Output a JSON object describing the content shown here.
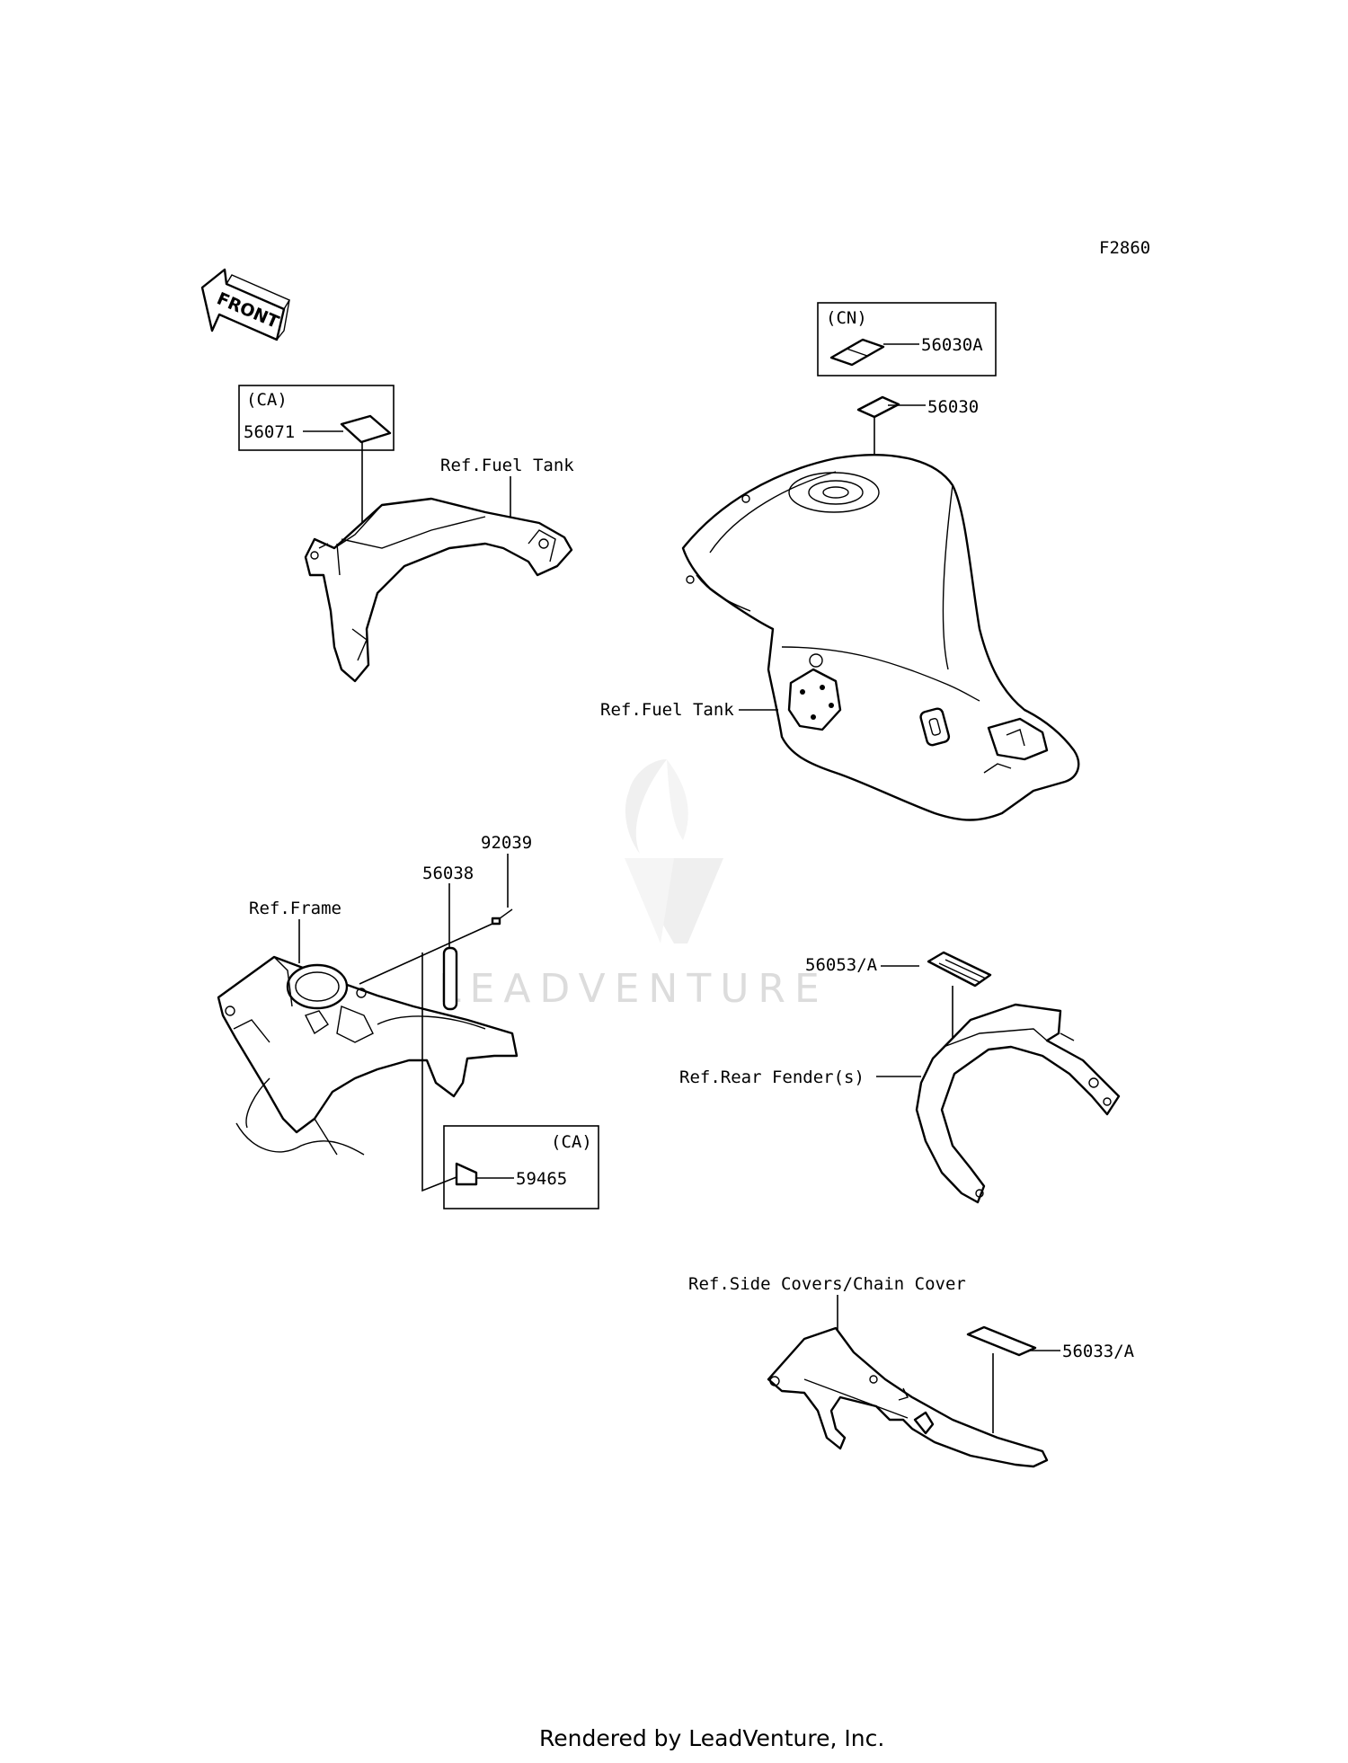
{
  "figure_code": "F2860",
  "front_arrow_label": "FRONT",
  "callouts": {
    "cn_box_tag": "(CN)",
    "p_56030A": "56030A",
    "p_56030": "56030",
    "ca_box1_tag": "(CA)",
    "p_56071": "56071",
    "ref_fuel_tank_top": "Ref.Fuel Tank",
    "ref_fuel_tank_side": "Ref.Fuel Tank",
    "p_92039": "92039",
    "p_56038": "56038",
    "ref_frame": "Ref.Frame",
    "p_56053A": "56053/A",
    "ref_rear_fender": "Ref.Rear Fender(s)",
    "ca_box2_tag": "(CA)",
    "p_59465": "59465",
    "ref_side_covers": "Ref.Side Covers/Chain Cover",
    "p_56033A": "56033/A"
  },
  "watermark": "LEADVENTURE",
  "footer": "Rendered by LeadVenture, Inc."
}
